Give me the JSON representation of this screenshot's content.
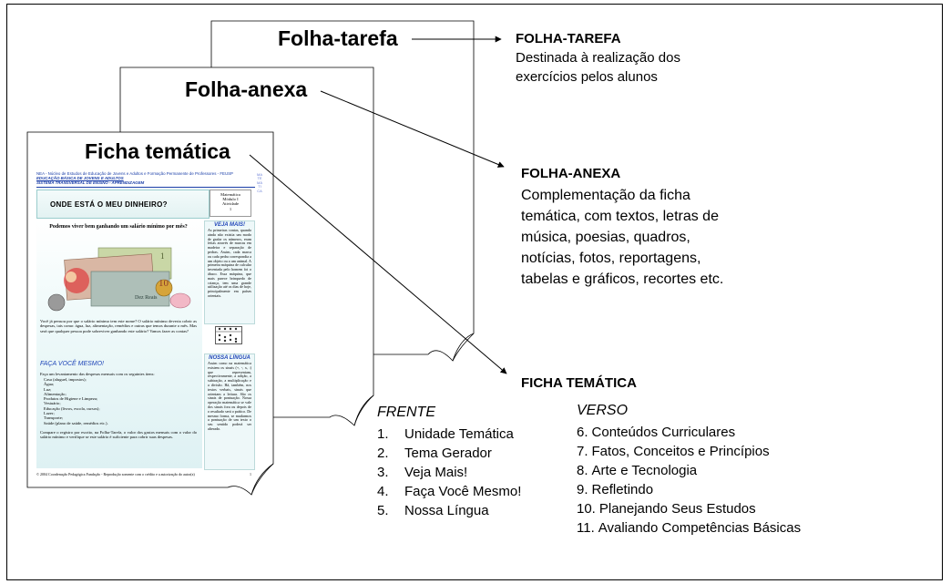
{
  "sheets": {
    "tarefa_label": "Folha-tarefa",
    "anexa_label": "Folha-anexa",
    "ficha_label": "Ficha temática"
  },
  "annotations": {
    "tarefa": {
      "title": "FOLHA-TAREFA",
      "lines": [
        "Destinada à realização dos",
        "exercícios pelos alunos"
      ]
    },
    "anexa": {
      "title": "FOLHA-ANEXA",
      "lines": [
        "Complementação da ficha",
        "temática, com textos, letras de",
        "música, poesias, quadros,",
        "notícias, fotos, reportagens,",
        "tabelas e gráficos, recortes etc."
      ]
    },
    "ficha": {
      "title": "FICHA TEMÁTICA"
    }
  },
  "frente": {
    "heading": "FRENTE",
    "items": [
      {
        "num": "1.",
        "label": "Unidade Temática"
      },
      {
        "num": "2.",
        "label": "Tema Gerador"
      },
      {
        "num": "3.",
        "label": "Veja Mais!"
      },
      {
        "num": "4.",
        "label": "Faça Você Mesmo!"
      },
      {
        "num": "5.",
        "label": "Nossa Língua"
      }
    ]
  },
  "verso": {
    "heading": "VERSO",
    "items": [
      {
        "num": "6.",
        "label": "Conteúdos Curriculares"
      },
      {
        "num": "7.",
        "label": "Fatos, Conceitos e Princípios"
      },
      {
        "num": "8.",
        "label": "Arte e Tecnologia"
      },
      {
        "num": "9.",
        "label": "Refletindo"
      },
      {
        "num": "10.",
        "label": "Planejando Seus Estudos"
      },
      {
        "num": "11.",
        "label": "Avaliando Competências Básicas"
      }
    ]
  },
  "mini_page": {
    "header_line1": "NEA - Núcleo de Estudos de Educação de Jovens e Adultos e Formação Permanente de Professores - FEUSP",
    "header_line2": "EDUCAÇÃO BÁSICA DE JOVENS E ADULTOS",
    "header_line3": "SISTEMA TRANSVERSAL DE ENSINO - APRENDIZAGEM",
    "title": "ONDE ESTÁ O MEU DINHEIRO?",
    "tag_lines": [
      "Matemática",
      "Módulo I",
      "Atividade",
      "1"
    ],
    "side_strip": "MATEMÁTICA",
    "lead_question": "Podemos viver bem ganhando um salário mínimo por mês?",
    "paragraph": "Você já pensou por que o salário mínimo tem este nome? O salário mínimo deveria cobrir as despesas, tais como: água, luz, alimentação, remédios e outras que temos durante o mês. Mas será que qualquer pessoa pode sobreviver ganhando este salário? Vamos fazer as contas?",
    "faca_heading": "FAÇA VOCÊ MESMO!",
    "faca_intro": "Faça um levantamento das despesas mensais com os seguintes itens:",
    "faca_items": [
      "Casa (aluguel, impostos);",
      "Água;",
      "Luz;",
      "Alimentação;",
      "Produtos de Higiene e Limpeza;",
      "Vestuário;",
      "Educação (livros, escola, cursos);",
      "Lazer;",
      "Transporte;",
      "Saúde (plano de saúde, remédios etc.)."
    ],
    "faca_closing": "Compare o registro por escrito, na Folha-Tarefa, o valor dos gastos mensais com o valor do salário mínimo e verifique se este salário é suficiente para cobrir suas despesas.",
    "veja_heading": "VEJA MAIS!",
    "veja_text": "As primeiras contas, quando ainda não existia um modo de grafar os números, eram feitas através de marcas em madeira e separação de pedras. Assim, cada marca ou cada pedra correspondia a um objeto ou a um animal. A primeira máquina de calcular inventada pelo homem foi o ábaco. Essa máquina, que mais parece brinquedo de criança, tem uma grande utilização até os dias de hoje, principalmente em países orientais.",
    "nossa_heading": "NOSSA LÍNGUA",
    "nossa_text": "Assim como na matemática existem os sinais (+, -, x, :) que representam, respectivamente, a adição, a subtração, a multiplicação e a divisão. Há, também, nos textos verbais, sinais que orientam a leitura. São os sinais de pontuação. Nossa operação matemática se vale dos sinais fora ou depois de o resultado será o prático. De mesmo forma, se mudarmos a pontuação de um texto o seu sentido poderá ser alterado.",
    "footer": "© 2004 Coordenação Pedagógica Fundação - Reprodução somente com o crédito e a autorização do autor(a)",
    "page_number": "1"
  }
}
